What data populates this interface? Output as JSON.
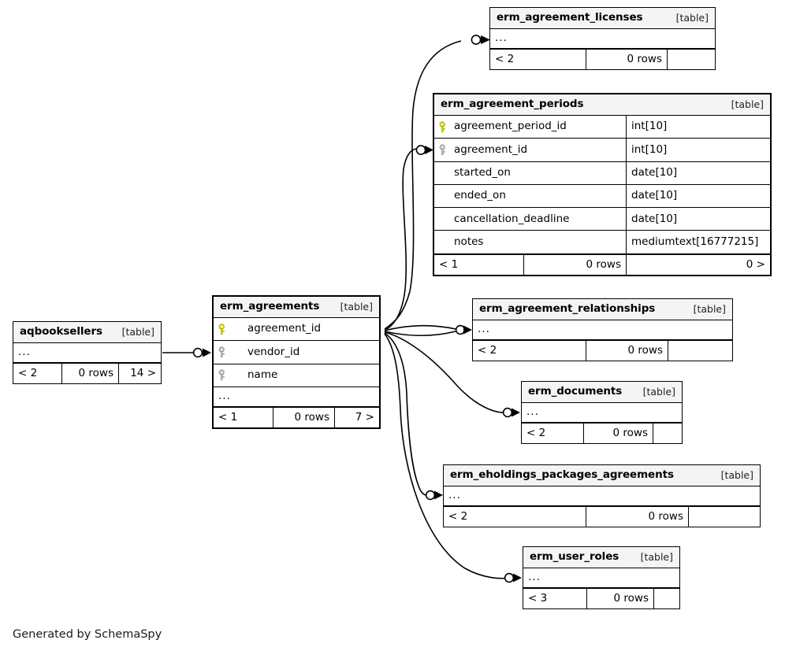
{
  "diagram": {
    "generator_credit": "Generated by SchemaSpy",
    "table_tag": "[table]",
    "ellipsis": "...",
    "colors": {
      "primary_key": "#e8e800",
      "foreign_key": "#b8b8b8",
      "header_bg": "#f4f4f4",
      "border": "#000000",
      "background": "#ffffff"
    }
  },
  "tables": [
    {
      "id": "erm_agreement_licenses",
      "name": "erm_agreement_licenses",
      "tag": "[table]",
      "ellipsis": "...",
      "footer": {
        "left": "< 2",
        "middle": "0 rows",
        "right": ""
      }
    },
    {
      "id": "erm_agreement_periods",
      "name": "erm_agreement_periods",
      "tag": "[table]",
      "columns": [
        {
          "name": "agreement_period_id",
          "type": "int[10]",
          "key": "primary"
        },
        {
          "name": "agreement_id",
          "type": "int[10]",
          "key": "foreign"
        },
        {
          "name": "started_on",
          "type": "date[10]",
          "key": "none"
        },
        {
          "name": "ended_on",
          "type": "date[10]",
          "key": "none"
        },
        {
          "name": "cancellation_deadline",
          "type": "date[10]",
          "key": "none"
        },
        {
          "name": "notes",
          "type": "mediumtext[16777215]",
          "key": "none"
        }
      ],
      "footer": {
        "left": "< 1",
        "middle": "0 rows",
        "right": "0 >"
      }
    },
    {
      "id": "erm_agreements",
      "name": "erm_agreements",
      "tag": "[table]",
      "columns": [
        {
          "name": "agreement_id",
          "key": "primary"
        },
        {
          "name": "vendor_id",
          "key": "foreign"
        },
        {
          "name": "name",
          "key": "foreign"
        }
      ],
      "ellipsis": "...",
      "footer": {
        "left": "< 1",
        "middle": "0 rows",
        "right": "7 >"
      }
    },
    {
      "id": "aqbooksellers",
      "name": "aqbooksellers",
      "tag": "[table]",
      "ellipsis": "...",
      "footer": {
        "left": "< 2",
        "middle": "0 rows",
        "right": "14 >"
      }
    },
    {
      "id": "erm_agreement_relationships",
      "name": "erm_agreement_relationships",
      "tag": "[table]",
      "ellipsis": "...",
      "footer": {
        "left": "< 2",
        "middle": "0 rows",
        "right": ""
      }
    },
    {
      "id": "erm_documents",
      "name": "erm_documents",
      "tag": "[table]",
      "ellipsis": "...",
      "footer": {
        "left": "< 2",
        "middle": "0 rows",
        "right": ""
      }
    },
    {
      "id": "erm_eholdings_packages_agreements",
      "name": "erm_eholdings_packages_agreements",
      "tag": "[table]",
      "ellipsis": "...",
      "footer": {
        "left": "< 2",
        "middle": "0 rows",
        "right": ""
      }
    },
    {
      "id": "erm_user_roles",
      "name": "erm_user_roles",
      "tag": "[table]",
      "ellipsis": "...",
      "footer": {
        "left": "< 3",
        "middle": "0 rows",
        "right": ""
      }
    }
  ],
  "relationships": [
    {
      "from": "erm_agreements",
      "to": "erm_agreement_licenses",
      "cardinality": "zero-or-many"
    },
    {
      "from": "erm_agreements",
      "to": "erm_agreement_periods",
      "cardinality": "zero-or-many"
    },
    {
      "from": "erm_agreements",
      "to": "erm_agreement_relationships",
      "cardinality": "zero-or-many"
    },
    {
      "from": "erm_agreements",
      "to": "erm_documents",
      "cardinality": "zero-or-many"
    },
    {
      "from": "erm_agreements",
      "to": "erm_eholdings_packages_agreements",
      "cardinality": "zero-or-many"
    },
    {
      "from": "erm_agreements",
      "to": "erm_user_roles",
      "cardinality": "zero-or-many"
    },
    {
      "from": "aqbooksellers",
      "to": "erm_agreements",
      "cardinality": "zero-or-many"
    }
  ]
}
